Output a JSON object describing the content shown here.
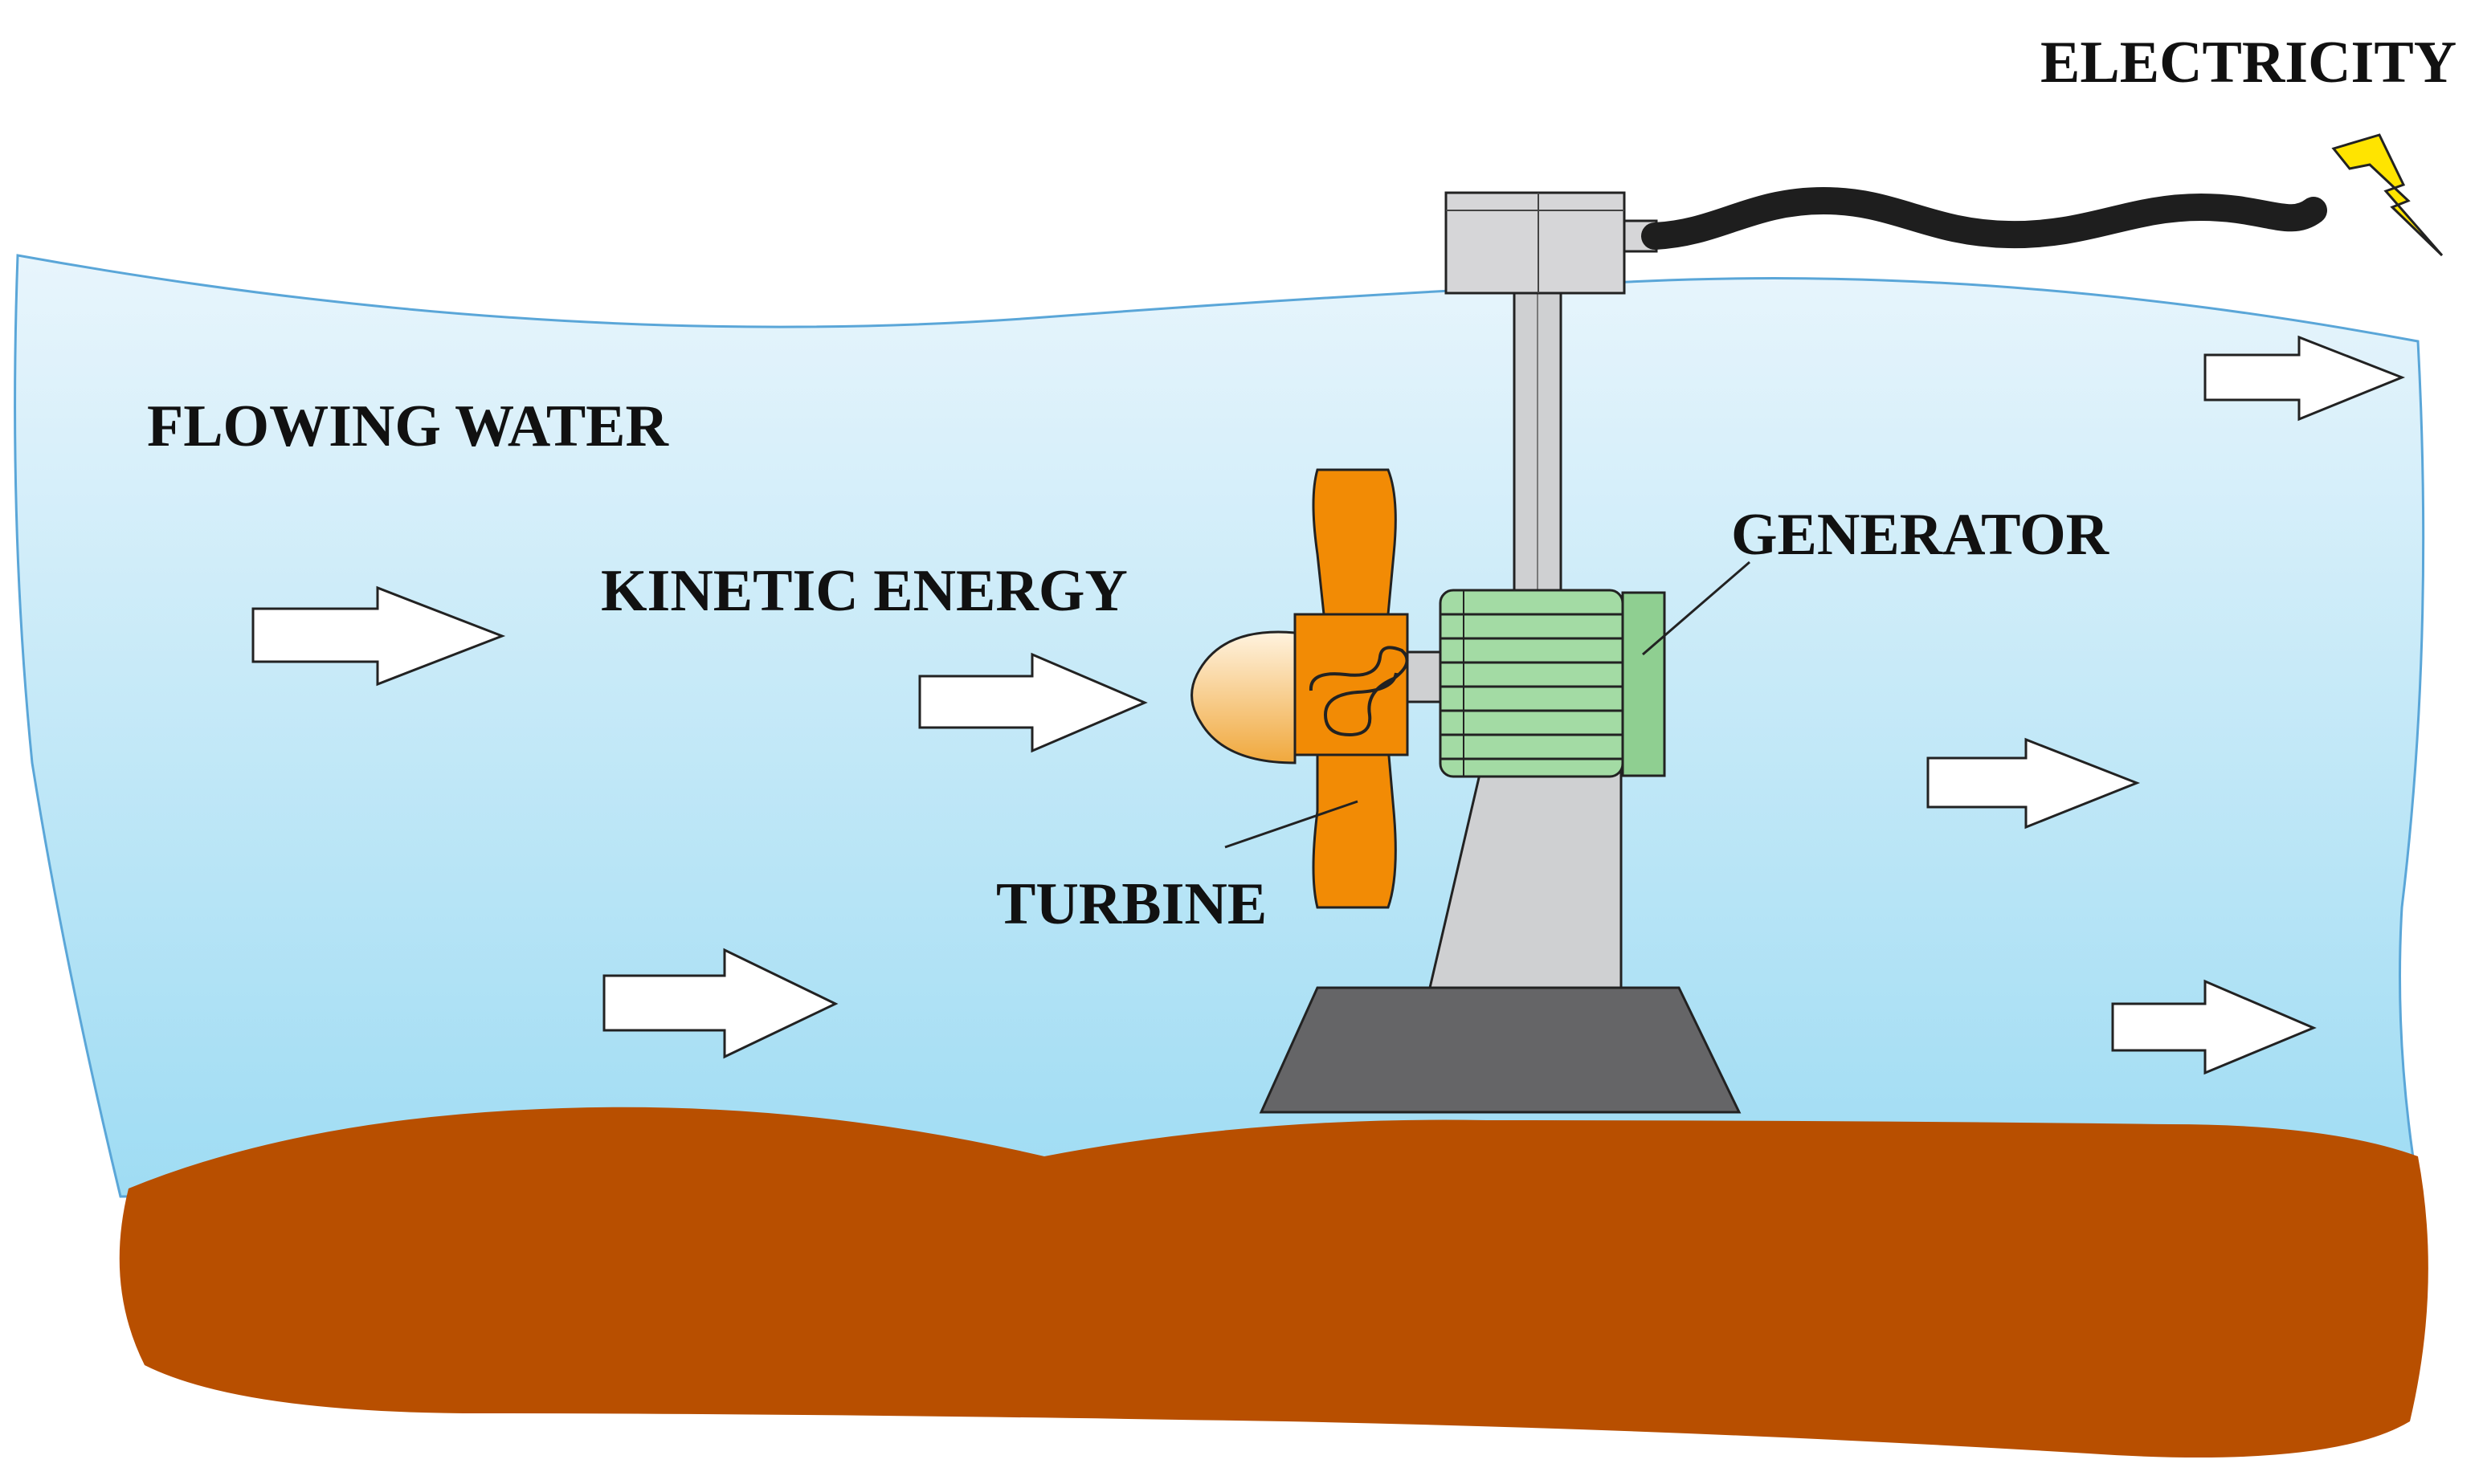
{
  "labels": {
    "electricity": "ELECTRICITY",
    "flowing_water": "FLOWING WATER",
    "kinetic_energy": "KINETIC ENERGY",
    "generator": "GENERATOR",
    "turbine": "TURBINE"
  },
  "colors": {
    "water_top": "#e8f5fc",
    "water_bottom": "#9fdcf3",
    "water_outline": "#5aa6d8",
    "riverbed": "#b84f00",
    "turbine": "#f28b05",
    "turbine_dark": "#d67200",
    "hub_light": "#fff3df",
    "hub_dark": "#f0a83d",
    "generator": "#a3dba4",
    "generator_cap": "#8fcf91",
    "tower": "#cfd0d2",
    "base": "#656567",
    "cable": "#1e1e1e",
    "bolt": "#ffe400",
    "arrow_fill": "#ffffff",
    "outline": "#222222"
  },
  "icons": {
    "bolt": "lightning-bolt-icon",
    "flow_arrow": "right-arrow-icon"
  }
}
